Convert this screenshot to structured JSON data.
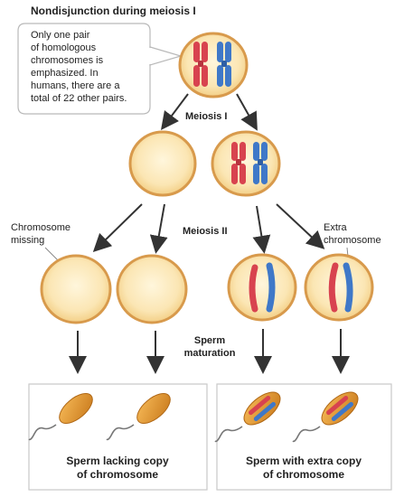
{
  "title": "Nondisjunction during meiosis I",
  "callout": {
    "lines": [
      "Only one pair",
      "of homologous",
      "chromosomes is",
      "emphasized. In",
      "humans, there are a",
      "total of 22 other pairs."
    ]
  },
  "stage_labels": {
    "meiosis_1": "Meiosis I",
    "meiosis_2": "Meiosis II",
    "sperm_maturation_line1": "Sperm",
    "sperm_maturation_line2": "maturation"
  },
  "annotations": {
    "missing_line1": "Chromosome",
    "missing_line2": "missing",
    "extra_line1": "Extra",
    "extra_line2": "chromosome"
  },
  "results": {
    "lacking_line1": "Sperm lacking copy",
    "lacking_line2": "of chromosome",
    "extra_line1": "Sperm with extra copy",
    "extra_line2": "of chromosome"
  },
  "colors": {
    "cell_fill": "#fbe6b4",
    "cell_rim": "#d89a4c",
    "red_chromosome": "#d8434f",
    "blue_chromosome": "#3f78c8",
    "sperm_head": "#e2962e",
    "arrow": "#333333",
    "box_border": "#c9c9c9"
  }
}
